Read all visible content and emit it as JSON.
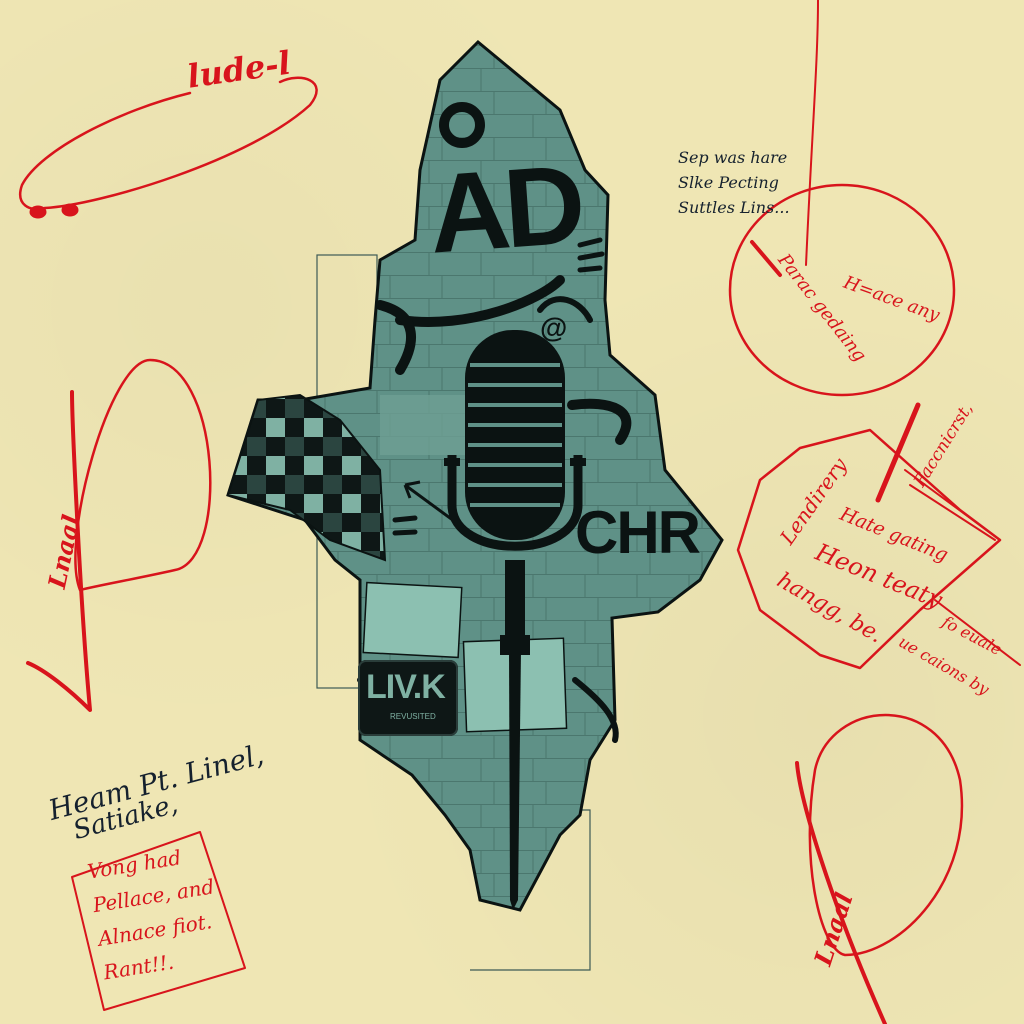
{
  "colors": {
    "paper": "#efe6b4",
    "red_ink": "#d8141c",
    "dark_ink": "#15212e",
    "teal": "#5f9187",
    "teal_light": "#7fb1a3",
    "black": "#0b1312"
  },
  "top_left_scribble": {
    "text": "lude-l"
  },
  "top_right_note": {
    "lines": [
      "Sep was hare",
      "Slke Pecting",
      "Suttles Lins..."
    ]
  },
  "right_circle": {
    "text_a": "Parac gedaing",
    "text_b": "H=ace any"
  },
  "right_octagon": {
    "text_left": "Lendirery",
    "text_top_right": "Faccnicrst,",
    "lines": [
      "Hate gating",
      "Heon teaty",
      "hangg, be."
    ],
    "tail_lines": [
      "fo euale",
      "ue caions by"
    ]
  },
  "left_signature": {
    "text": "Lnaal"
  },
  "bottom_right_signature": {
    "text": "Lnaal"
  },
  "bottom_left_note": {
    "heading_lines": [
      "Heam Pt. Linel,",
      "Satiake,"
    ],
    "box_lines": [
      "Vong had",
      "Pellace, and",
      "Alnace fiot.",
      "Rant!!."
    ]
  },
  "collage": {
    "graffiti_top": "AD",
    "graffiti_right": "CHR",
    "graffiti_at": "@",
    "sticker_title": "LIV.K",
    "sticker_subtitle": "REVUSITED",
    "icon": "microphone-icon"
  }
}
